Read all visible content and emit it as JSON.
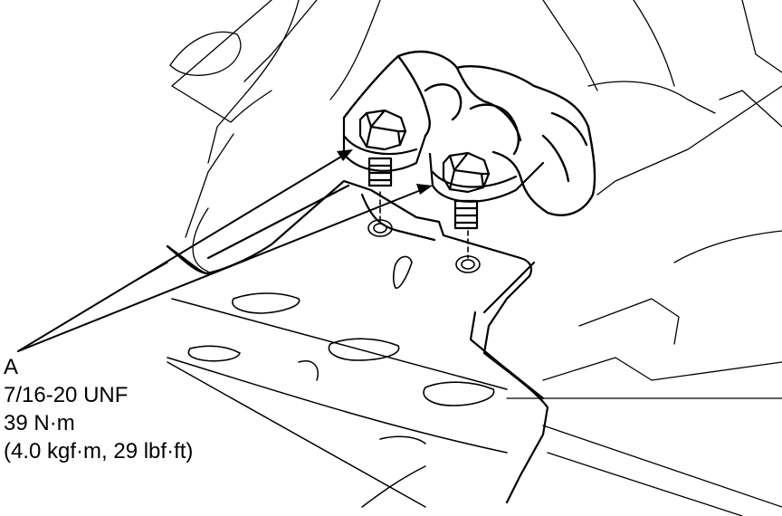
{
  "callout": {
    "letter": "A",
    "thread_spec": "7/16-20 UNF",
    "torque_metric": "39 N·m",
    "torque_alt": "(4.0 kgf·m, 29 lbf·ft)"
  },
  "colors": {
    "ink": "#000000",
    "paper": "#ffffff"
  }
}
